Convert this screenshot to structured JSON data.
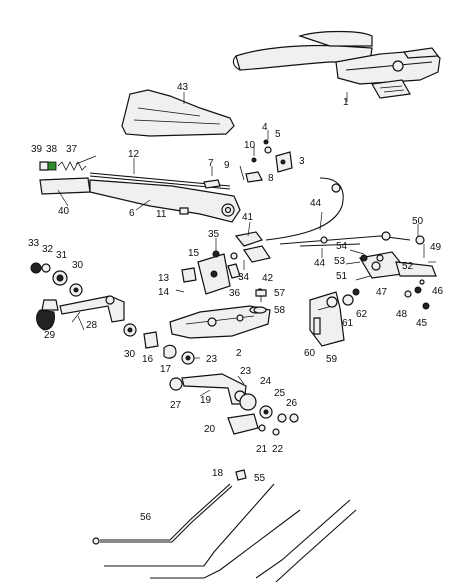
{
  "labels": [
    "1",
    "2",
    "3",
    "4",
    "5",
    "6",
    "7",
    "8",
    "9",
    "10",
    "11",
    "12",
    "13",
    "14",
    "15",
    "16",
    "17",
    "18",
    "19",
    "20",
    "21",
    "22",
    "23",
    "23",
    "24",
    "25",
    "26",
    "27",
    "28",
    "29",
    "30",
    "30",
    "31",
    "32",
    "33",
    "34",
    "35",
    "36",
    "37",
    "38",
    "39",
    "40",
    "41",
    "42",
    "43",
    "44",
    "44",
    "45",
    "46",
    "47",
    "48",
    "49",
    "50",
    "51",
    "52",
    "53",
    "54",
    "55",
    "56",
    "57",
    "58",
    "59",
    "60",
    "61",
    "62"
  ],
  "colors": {
    "line": "#111111",
    "fill": "#f0f0f0",
    "dark": "#222222",
    "highlight": "#2e8b2e"
  }
}
